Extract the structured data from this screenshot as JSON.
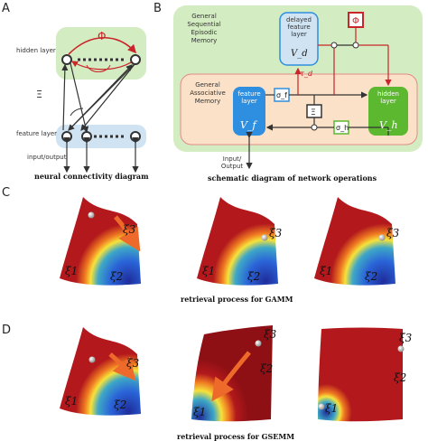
{
  "panels": {
    "a": "A",
    "b": "B",
    "c": "C",
    "d": "D"
  },
  "panel_a": {
    "hidden_layer": "hidden layer",
    "feature_layer": "feature layer",
    "input_output": "input/output",
    "phi": "Φ",
    "xi": "Ξ",
    "caption": "neural connectivity diagram"
  },
  "panel_b": {
    "outer_label": "General\nSequential\nEpisodic\nMemory",
    "inner_label": "General\nAssociative\nMemory",
    "delayed_layer": "delayed\nfeature\nlayer",
    "vd": "V_d",
    "tau_d": "τ_d",
    "phi": "Φ",
    "xi": "Ξ",
    "feature_layer": "feature\nlayer",
    "vf": "V_f",
    "hidden_layer": "hidden\nlayer",
    "vh": "V_h",
    "sigma_f": "σ_f",
    "sigma_h": "σ_h",
    "input_output": "Input/\nOutput",
    "caption": "schematic diagram of network operations"
  },
  "panel_c": {
    "caption": "retrieval process for GAMM",
    "xi1": "ξ1",
    "xi2": "ξ2",
    "xi3": "ξ3"
  },
  "panel_d": {
    "caption": "retrieval process for GSEMM",
    "xi1": "ξ1",
    "xi2": "ξ2",
    "xi3": "ξ3"
  },
  "colors": {
    "green_bg": "#d4ecc2",
    "blue_bg": "#cfe3f3",
    "peach_bg": "#fbe1c8",
    "feature_blue": "#2e8fe0",
    "hidden_green": "#5cb82e",
    "red_arrow": "#c8262a",
    "surface_red": "#b3191c",
    "orange_arrow": "#ee6a2a"
  }
}
